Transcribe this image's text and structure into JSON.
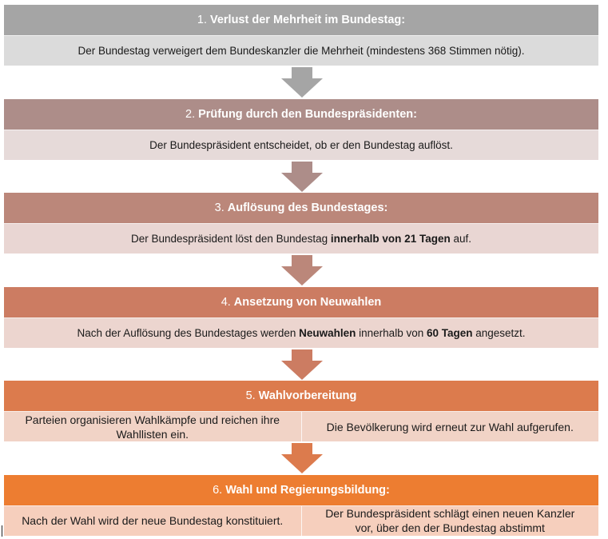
{
  "steps": [
    {
      "number": "1.",
      "title": "Verlust der Mehrheit im Bundestag:",
      "colors": {
        "header": "#a5a5a5",
        "body": "#dbdbdb",
        "arrow": "#a5a5a5"
      },
      "body": [
        {
          "text": "Der Bundestag verweigert dem Bundeskanzler die Mehrheit (mindestens 368 Stimmen nötig).",
          "bold": false
        }
      ]
    },
    {
      "number": "2.",
      "title": "Prüfung durch den Bundespräsidenten:",
      "colors": {
        "header": "#ad8d89",
        "body": "#e6dad9",
        "arrow": "#ad8d89"
      },
      "body": [
        {
          "text": "Der Bundespräsident entscheidet, ob er den Bundestag auflöst.",
          "bold": false
        }
      ]
    },
    {
      "number": "3.",
      "title": "Auflösung des Bundestages:",
      "colors": {
        "header": "#bb877a",
        "body": "#e9d6d3",
        "arrow": "#bb877a"
      },
      "body": [
        {
          "text": "Der Bundespräsident löst den Bundestag ",
          "bold": false
        },
        {
          "text": "innerhalb von 21 Tagen",
          "bold": true
        },
        {
          "text": " auf.",
          "bold": false
        }
      ]
    },
    {
      "number": "4.",
      "title": "Ansetzung von Neuwahlen",
      "colors": {
        "header": "#cc7c62",
        "body": "#ecd5cf",
        "arrow": "#cc7c62"
      },
      "body": [
        {
          "text": "Nach der Auflösung des Bundestages werden ",
          "bold": false
        },
        {
          "text": "Neuwahlen",
          "bold": true
        },
        {
          "text": " innerhalb von ",
          "bold": false
        },
        {
          "text": "60 Tagen",
          "bold": true
        },
        {
          "text": " angesetzt.",
          "bold": false
        }
      ]
    },
    {
      "number": "5.",
      "title": "Wahlvorbereitung",
      "colors": {
        "header": "#dc7b4d",
        "body": "#f1d3c6",
        "arrow": "#dc7b4d"
      },
      "columns": [
        "Parteien organisieren Wahlkämpfe und reichen ihre Wahllisten ein.",
        "Die Bevölkerung wird erneut zur Wahl aufgerufen."
      ]
    },
    {
      "number": "6.",
      "title": "Wahl und Regierungsbildung:",
      "colors": {
        "header": "#ed7d31",
        "body": "#f6cfbd",
        "arrow": null
      },
      "columns": [
        "Nach der Wahl wird der neue Bundestag konstituiert.",
        "Der Bundespräsident schlägt einen neuen Kanzler vor, über den der Bundestag abstimmt"
      ]
    }
  ]
}
